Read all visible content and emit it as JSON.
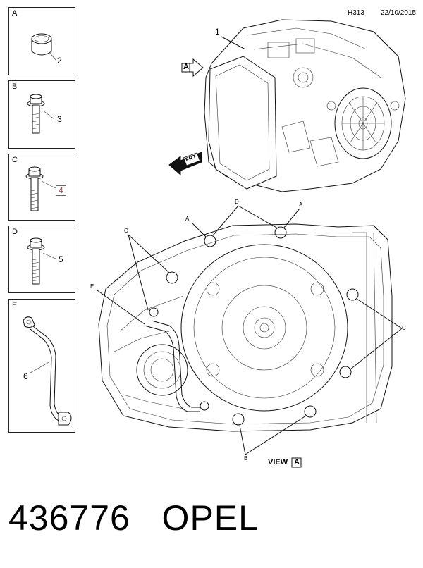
{
  "header": {
    "code": "H313",
    "date": "22/10/2015"
  },
  "panels": [
    {
      "letter": "A",
      "callout": "2",
      "highlighted": false
    },
    {
      "letter": "B",
      "callout": "3",
      "highlighted": false
    },
    {
      "letter": "C",
      "callout": "4",
      "highlighted": true
    },
    {
      "letter": "D",
      "callout": "5",
      "highlighted": false
    },
    {
      "letter": "E",
      "callout": "6",
      "highlighted": false
    }
  ],
  "top_view": {
    "callout": "1",
    "arrow_label": "A",
    "front_label": "FRT"
  },
  "bottom_view": {
    "labels": {
      "A1": "A",
      "A2": "A",
      "D": "D",
      "C1": "C",
      "C2": "C",
      "E": "E",
      "B": "B"
    },
    "view_caption": "VIEW",
    "view_letter": "A"
  },
  "footer": {
    "part_number": "436776",
    "brand": "OPEL"
  },
  "colors": {
    "highlight": "#dd3333",
    "ink": "#111111"
  }
}
